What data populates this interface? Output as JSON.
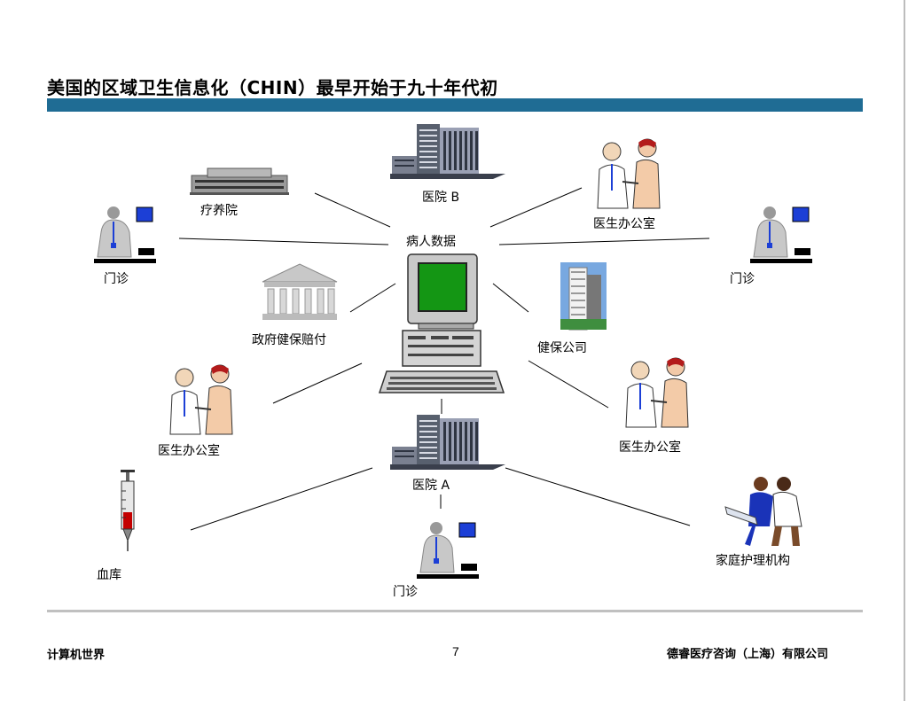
{
  "title": "美国的区域卫生信息化（CHIN）最早开始于九十年代初",
  "center_label": "病人数据",
  "nodes": {
    "hospital_b": "医院 B",
    "sanatorium": "疗养院",
    "clinic_left": "门诊",
    "doctor_office_top_right": "医生办公室",
    "clinic_right": "门诊",
    "gov_payment": "政府健保赔付",
    "insurance_company": "健保公司",
    "doctor_office_left": "医生办公室",
    "doctor_office_right": "医生办公室",
    "hospital_a": "医院 A",
    "blood_bank": "血库",
    "clinic_bottom": "门诊",
    "home_care": "家庭护理机构"
  },
  "footer": {
    "left": "计算机世界",
    "page": "7",
    "right": "德睿医疗咨询（上海）有限公司"
  },
  "colors": {
    "title_bar": "#1f6c94",
    "screen_green": "#149614",
    "monitor_blue": "#1c3fd6"
  }
}
